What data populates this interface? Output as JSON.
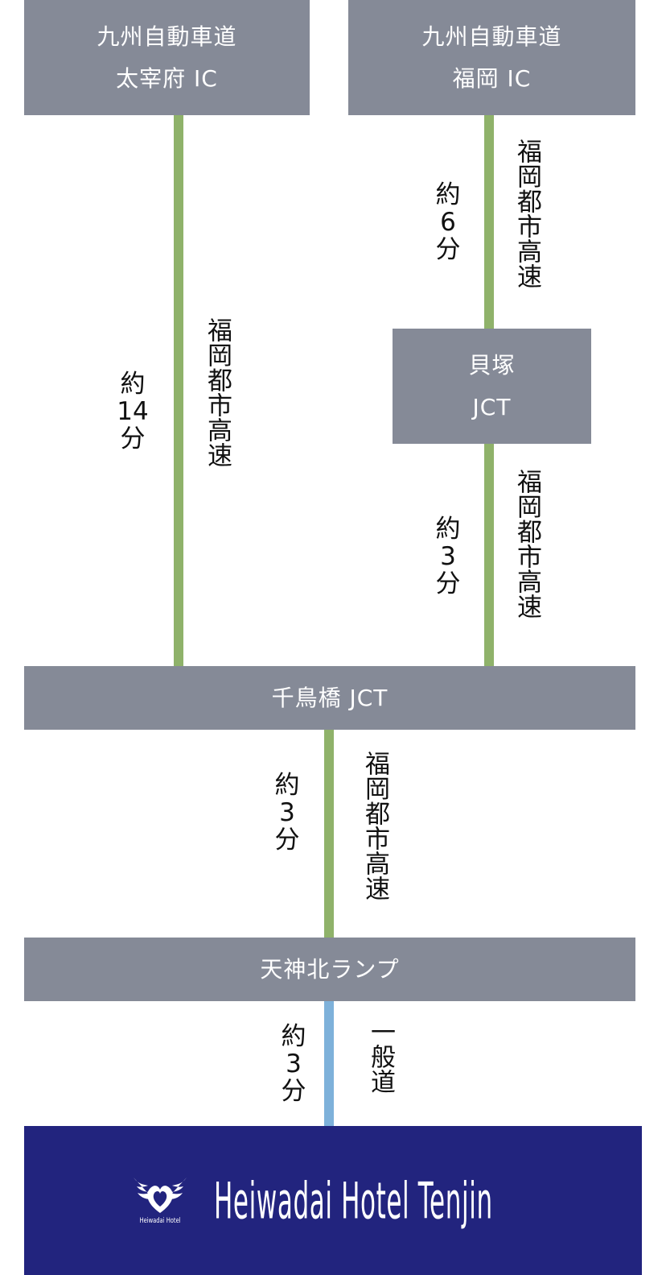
{
  "nodes": {
    "dazaifu_ic": {
      "line1": "九州自動車道",
      "line2": "太宰府 IC"
    },
    "fukuoka_ic": {
      "line1": "九州自動車道",
      "line2": "福岡 IC"
    },
    "kaizuka_jct": {
      "line1": "貝塚",
      "line2": "JCT"
    },
    "chidoribashi_jct": {
      "label": "千鳥橋 JCT"
    },
    "tenjinkita_ramp": {
      "label": "天神北ランプ"
    }
  },
  "segments": {
    "dazaifu_to_chidoribashi": {
      "road": "福岡都市高速",
      "time_prefix": "約",
      "time_value": "14",
      "time_unit": "分"
    },
    "fukuoka_to_kaizuka": {
      "road": "福岡都市高速",
      "time_prefix": "約",
      "time_value": "6",
      "time_unit": "分"
    },
    "kaizuka_to_chidoribashi": {
      "road": "福岡都市高速",
      "time_prefix": "約",
      "time_value": "3",
      "time_unit": "分"
    },
    "chidoribashi_to_tenjinkita": {
      "road": "福岡都市高速",
      "time_prefix": "約",
      "time_value": "3",
      "time_unit": "分"
    },
    "tenjinkita_to_hotel": {
      "road": "一般道",
      "time_prefix": "約",
      "time_value": "3",
      "time_unit": "分"
    }
  },
  "hotel": {
    "name": "Heiwadai Hotel Tenjin",
    "logo_text": "Heiwadai Hotel",
    "logo_icon": "heart-wings-icon"
  },
  "colors": {
    "node_bg": "#858a97",
    "expressway": "#8fb26a",
    "local_road": "#7eb1da",
    "hotel_bg": "#22247e"
  }
}
